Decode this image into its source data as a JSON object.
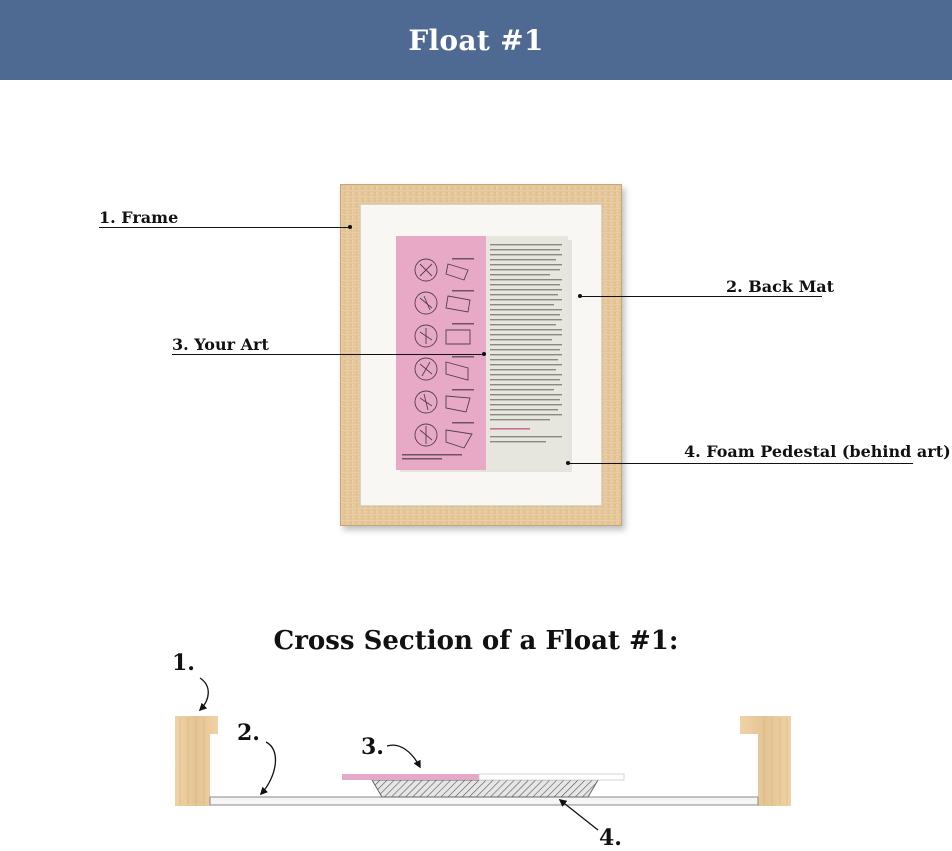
{
  "header": {
    "title": "Float #1"
  },
  "callouts": {
    "frame": "1. Frame",
    "back_mat": "2. Back Mat",
    "your_art": "3. Your Art",
    "foam_pedestal": "4. Foam Pedestal (behind art)"
  },
  "cross_section": {
    "title": "Cross Section of a Float #1:",
    "labels": [
      "1.",
      "2.",
      "3.",
      "4."
    ]
  },
  "colors": {
    "header_bg": "#4e6a93",
    "wood": "#e8cba0",
    "art_pink": "#e7a9c6",
    "art_paper": "#e8e8e2"
  }
}
